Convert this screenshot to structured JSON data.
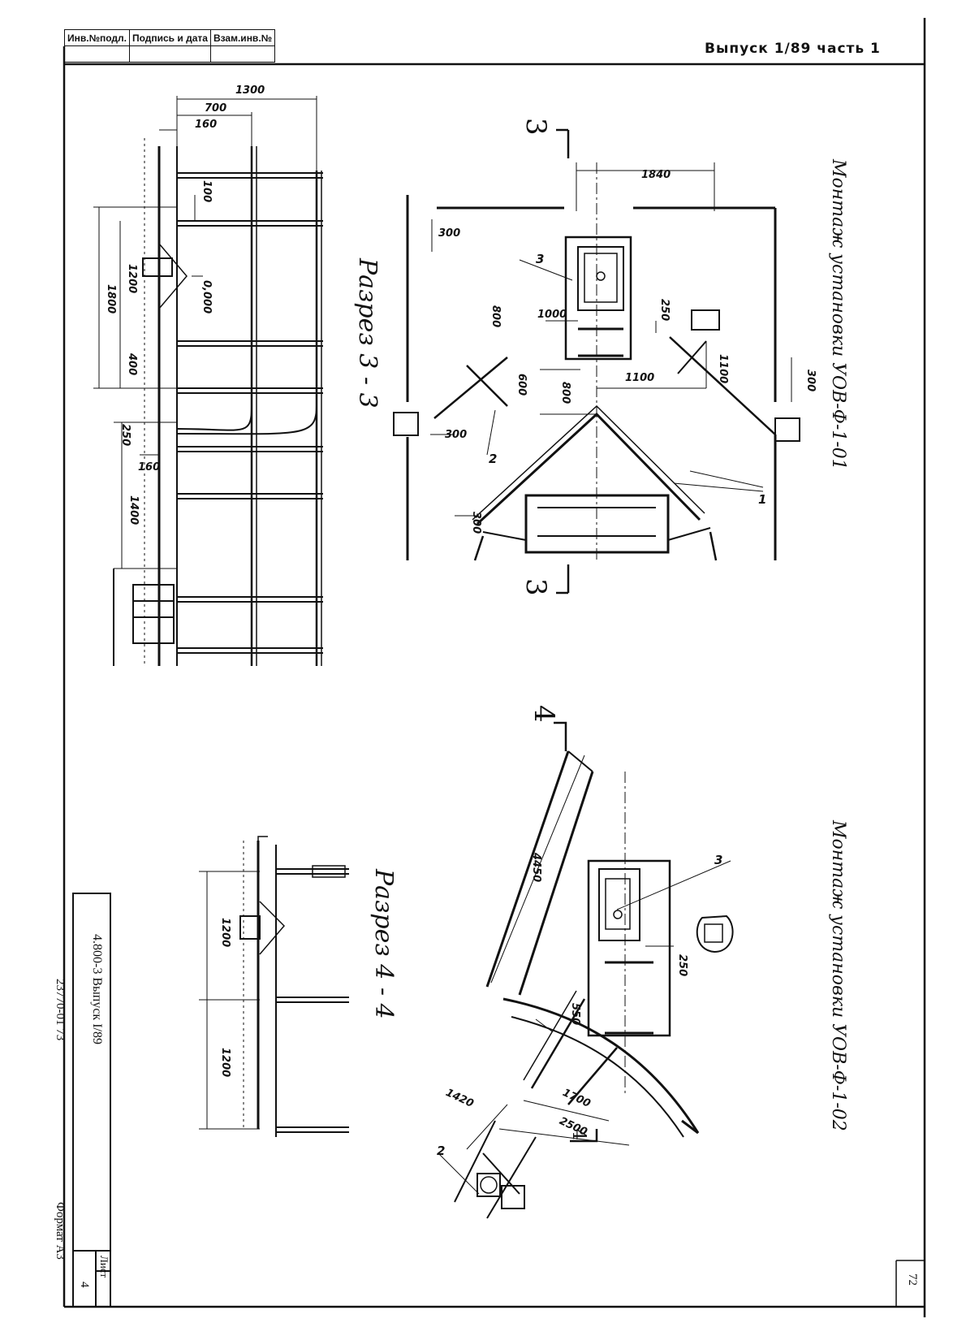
{
  "stamp": {
    "col1": "Инв.№подл.",
    "col2": "Подпись и дата",
    "col3": "Взам.инв.№"
  },
  "header": {
    "issue_text": "Выпуск 1/89 часть 1"
  },
  "titles": {
    "top": "Монтаж установки УОВ-Ф-1-01",
    "bottom": "Монтаж установки УОВ-Ф-1-02"
  },
  "sections": {
    "section3": "Разрез 3 - 3",
    "section4": "Разрез 4 - 4",
    "marker3_top": "3",
    "marker3_bottom": "3",
    "marker4_top": "4",
    "marker4_bottom": "4"
  },
  "dims_top_section": {
    "d1300": "1300",
    "d700": "700",
    "d160a": "160",
    "d100": "100",
    "d1800": "1800",
    "d1200": "1200",
    "d0000": "0,000",
    "d400": "400",
    "d250": "250",
    "d160b": "160",
    "d1400": "1400"
  },
  "dims_top_plan": {
    "d1840": "1840",
    "d300a": "300",
    "d1000": "1000",
    "d250": "250",
    "d800a": "800",
    "d600": "600",
    "d800b": "800",
    "d1100a": "1100",
    "d1100b": "1100",
    "d300b": "300",
    "d300c": "300",
    "d300d": "300",
    "callout1": "1",
    "callout2": "2",
    "callout3": "3"
  },
  "dims_bottom": {
    "d1200a": "1200",
    "d1200b": "1200",
    "d4450": "4450",
    "d250": "250",
    "d550": "550",
    "d1420": "1420",
    "d1700": "1700",
    "d2500": "2500",
    "callout2": "2",
    "callout3": "3"
  },
  "title_block": {
    "code": "4.800-3 Выпуск I/89",
    "number": "23770-01 73",
    "format": "Формат А3",
    "sheet_label": "Лист",
    "sheet_number": "4"
  },
  "page_number": "72"
}
